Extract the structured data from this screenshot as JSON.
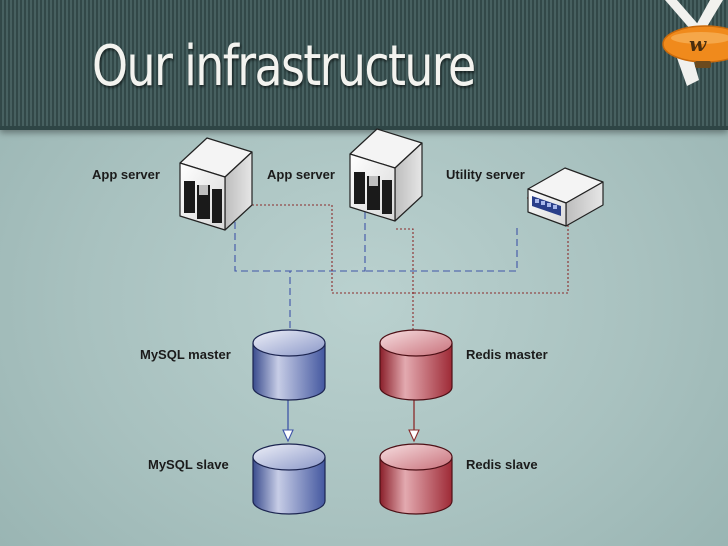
{
  "slide": {
    "title": "Our infrastructure",
    "logo_text": "w"
  },
  "diagram": {
    "servers": [
      {
        "id": "app-server-1",
        "label": "App server",
        "kind": "tower"
      },
      {
        "id": "app-server-2",
        "label": "App server",
        "kind": "tower"
      },
      {
        "id": "utility-server",
        "label": "Utility server",
        "kind": "box"
      }
    ],
    "databases": [
      {
        "id": "mysql-master",
        "label": "MySQL master",
        "color": "#5b6fb0"
      },
      {
        "id": "mysql-slave",
        "label": "MySQL slave",
        "color": "#5b6fb0"
      },
      {
        "id": "redis-master",
        "label": "Redis master",
        "color": "#a8323c"
      },
      {
        "id": "redis-slave",
        "label": "Redis slave",
        "color": "#a8323c"
      }
    ],
    "links": [
      {
        "from": "app-server-1",
        "to": "mysql-master",
        "style": "dashed",
        "color": "#3f55a8"
      },
      {
        "from": "app-server-2",
        "to": "mysql-master",
        "style": "dashed",
        "color": "#3f55a8"
      },
      {
        "from": "utility-server",
        "to": "mysql-master",
        "style": "dashed",
        "color": "#3f55a8"
      },
      {
        "from": "app-server-1",
        "to": "redis-master",
        "style": "dotted",
        "color": "#8b2b2b"
      },
      {
        "from": "app-server-2",
        "to": "redis-master",
        "style": "dotted",
        "color": "#8b2b2b"
      },
      {
        "from": "utility-server",
        "to": "redis-master",
        "style": "dotted",
        "color": "#8b2b2b"
      },
      {
        "from": "mysql-master",
        "to": "mysql-slave",
        "style": "arrow",
        "color": "#3f55a8"
      },
      {
        "from": "redis-master",
        "to": "redis-slave",
        "style": "arrow",
        "color": "#8b2b2b"
      }
    ],
    "colors": {
      "mysql": "#5b6fb0",
      "redis": "#a8323c",
      "title_bar": "#3d5858",
      "background": "#a9c2c0"
    }
  }
}
